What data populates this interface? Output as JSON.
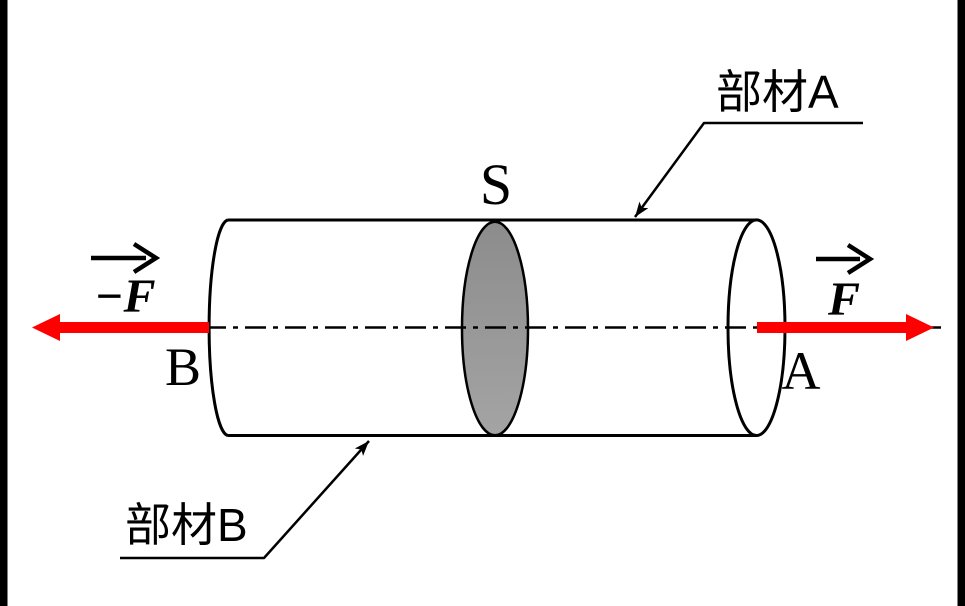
{
  "colors": {
    "background": "#FFFFFF",
    "border": "#000000",
    "line": "#000000",
    "force_red": "#FF0000",
    "section_gray_top": "#8C8C8C",
    "section_gray_bottom": "#A4A4A4"
  },
  "diagram": {
    "section_label": "S",
    "left_end_label": "B",
    "right_end_label": "A",
    "left_force_label": "−F",
    "right_force_label": "F",
    "member_a_label": "部材A",
    "member_b_label": "部材B"
  }
}
